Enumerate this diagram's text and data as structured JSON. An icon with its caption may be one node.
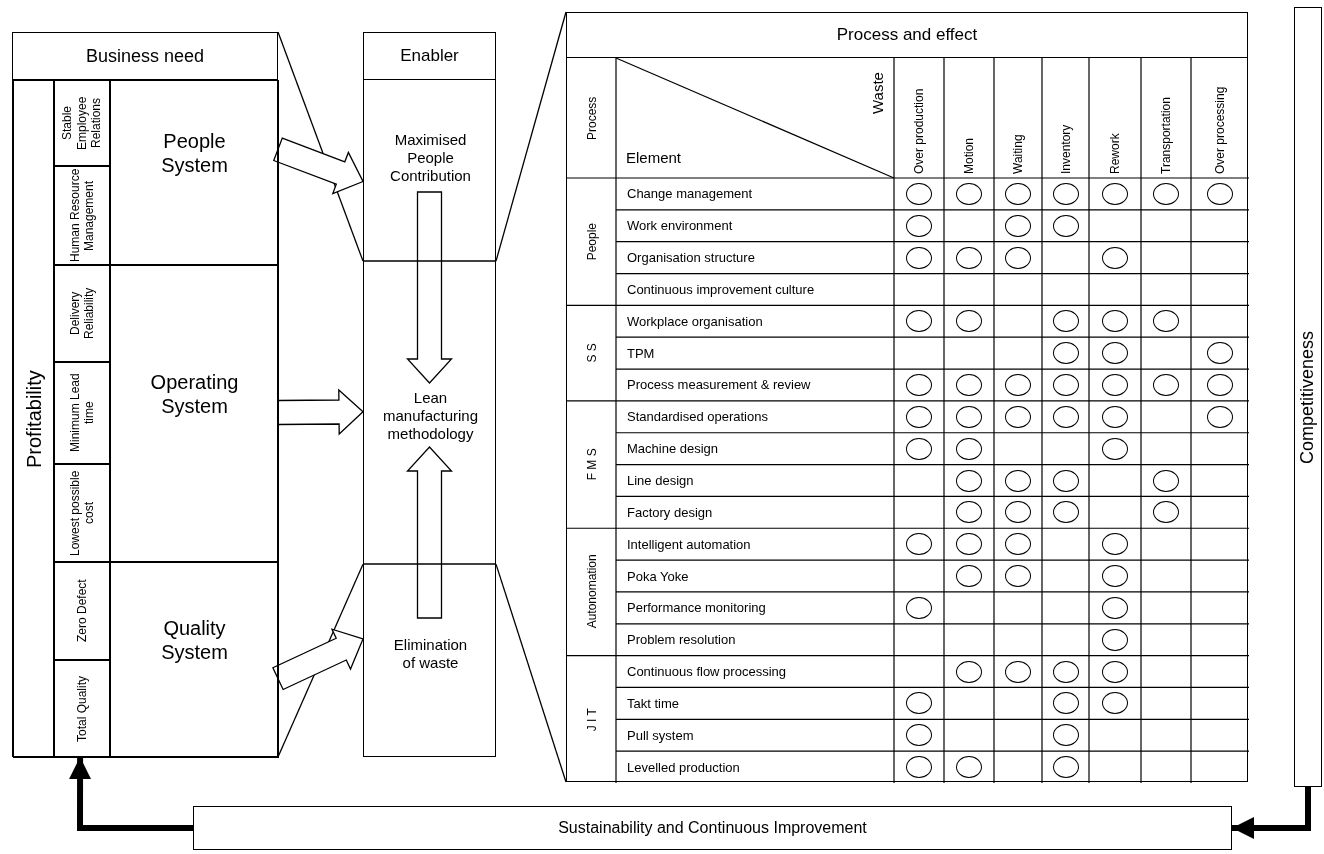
{
  "diagram": {
    "nodes": [
      {
        "text": [
          "Business need"
        ]
      },
      {
        "text": [
          "Profitability"
        ],
        "in": 0
      },
      {
        "text": [
          "Stable Employee Relations"
        ],
        "in": 0
      },
      {
        "text": [
          "Human Resource Management"
        ],
        "in": 0
      },
      {
        "text": [
          "Delivery Reliability"
        ],
        "in": 0
      },
      {
        "text": [
          "Minimum Lead time"
        ],
        "in": 0
      },
      {
        "text": [
          "Lowest possible cost"
        ],
        "in": 0
      },
      {
        "text": [
          "Zero Defect"
        ],
        "in": 0
      },
      {
        "text": [
          "Total Quality"
        ],
        "in": 0
      },
      {
        "text": [
          "People System"
        ],
        "in": 0
      },
      {
        "text": [
          "Operating System"
        ],
        "in": 0
      },
      {
        "text": [
          "Quality System"
        ],
        "in": 0
      },
      {
        "text": [
          "Enabler"
        ]
      },
      {
        "text": [
          "Maximised People Contribution"
        ],
        "in": 12
      },
      {
        "text": [
          "Lean manufacturing methodology"
        ],
        "in": 12
      },
      {
        "text": [
          "Elimination of waste"
        ],
        "in": 12
      },
      {
        "text": [
          "Process and effect"
        ]
      },
      {
        "text": [],
        "shape": "circle",
        "in": 16
      },
      {
        "text": [],
        "shape": "circle",
        "in": 16
      },
      {
        "text": [],
        "shape": "circle",
        "in": 16
      },
      {
        "text": [],
        "shape": "circle",
        "in": 16
      },
      {
        "text": [],
        "shape": "circle",
        "in": 16
      },
      {
        "text": [],
        "shape": "circle",
        "in": 16
      },
      {
        "text": [],
        "shape": "circle",
        "in": 16
      },
      {
        "text": [],
        "shape": "circle",
        "in": 16
      },
      {
        "text": [],
        "shape": "circle",
        "in": 16
      },
      {
        "text": [],
        "shape": "circle",
        "in": 16
      },
      {
        "text": [],
        "shape": "circle",
        "in": 16
      },
      {
        "text": [],
        "shape": "circle",
        "in": 16
      },
      {
        "text": [],
        "shape": "circle",
        "in": 16
      },
      {
        "text": [],
        "shape": "circle",
        "in": 16
      },
      {
        "text": [],
        "shape": "circle",
        "in": 16
      },
      {
        "text": [],
        "shape": "circle",
        "in": 16
      },
      {
        "text": [],
        "shape": "circle",
        "in": 16
      },
      {
        "text": [],
        "shape": "circle",
        "in": 16
      },
      {
        "text": [],
        "shape": "circle",
        "in": 16
      },
      {
        "text": [],
        "shape": "circle",
        "in": 16
      },
      {
        "text": [],
        "shape": "circle",
        "in": 16
      },
      {
        "text": [],
        "shape": "circle",
        "in": 16
      },
      {
        "text": [],
        "shape": "circle",
        "in": 16
      },
      {
        "text": [],
        "shape": "circle",
        "in": 16
      },
      {
        "text": [],
        "shape": "circle",
        "in": 16
      },
      {
        "text": [],
        "shape": "circle",
        "in": 16
      },
      {
        "text": [],
        "shape": "circle",
        "in": 16
      },
      {
        "text": [],
        "shape": "circle",
        "in": 16
      },
      {
        "text": [],
        "shape": "circle",
        "in": 16
      },
      {
        "text": [],
        "shape": "circle",
        "in": 16
      },
      {
        "text": [],
        "shape": "circle",
        "in": 16
      },
      {
        "text": [],
        "shape": "circle",
        "in": 16
      },
      {
        "text": [],
        "shape": "circle",
        "in": 16
      },
      {
        "text": [],
        "shape": "circle",
        "in": 16
      },
      {
        "text": [],
        "shape": "circle",
        "in": 16
      },
      {
        "text": [],
        "shape": "circle",
        "in": 16
      },
      {
        "text": [],
        "shape": "circle",
        "in": 16
      },
      {
        "text": [],
        "shape": "circle",
        "in": 16
      },
      {
        "text": [],
        "shape": "circle",
        "in": 16
      },
      {
        "text": [],
        "shape": "circle",
        "in": 16
      },
      {
        "text": [],
        "shape": "circle",
        "in": 16
      },
      {
        "text": [],
        "shape": "circle",
        "in": 16
      },
      {
        "text": [],
        "shape": "circle",
        "in": 16
      },
      {
        "text": [],
        "shape": "circle",
        "in": 16
      },
      {
        "text": [],
        "shape": "circle",
        "in": 16
      },
      {
        "text": [],
        "shape": "circle",
        "in": 16
      },
      {
        "text": [],
        "shape": "circle",
        "in": 16
      },
      {
        "text": [],
        "shape": "circle",
        "in": 16
      },
      {
        "text": [],
        "shape": "circle",
        "in": 16
      },
      {
        "text": [],
        "shape": "circle",
        "in": 16
      },
      {
        "text": [],
        "shape": "circle",
        "in": 16
      },
      {
        "text": [],
        "shape": "circle",
        "in": 16
      },
      {
        "text": [],
        "shape": "circle",
        "in": 16
      },
      {
        "text": [],
        "shape": "circle",
        "in": 16
      },
      {
        "text": [],
        "shape": "circle",
        "in": 16
      },
      {
        "text": [],
        "shape": "circle",
        "in": 16
      },
      {
        "text": [],
        "shape": "circle",
        "in": 16
      },
      {
        "text": [],
        "shape": "circle",
        "in": 16
      },
      {
        "text": [],
        "shape": "circle",
        "in": 16
      },
      {
        "text": [],
        "shape": "circle",
        "in": 16
      },
      {
        "text": [],
        "shape": "circle",
        "in": 16
      },
      {
        "text": [],
        "shape": "circle",
        "in": 16
      },
      {
        "text": [],
        "shape": "circle",
        "in": 16
      },
      {
        "text": [],
        "shape": "circle",
        "in": 16
      },
      {
        "text": [],
        "shape": "circle",
        "in": 16
      },
      {
        "text": [],
        "shape": "circle",
        "in": 16
      },
      {
        "text": [],
        "shape": "circle",
        "in": 16
      },
      {
        "text": [],
        "shape": "circle",
        "in": 16
      },
      {
        "text": [
          "Competitiveness"
        ]
      },
      {
        "text": [
          "Sustainability and Continuous Improvement"
        ]
      }
    ],
    "edges": [
      {
        "from": 9,
        "to": 13,
        "arrow": "to"
      },
      {
        "from": 10,
        "to": 14,
        "arrow": "to"
      },
      {
        "from": 11,
        "to": 15,
        "arrow": "to"
      },
      {
        "from": 13,
        "to": 14,
        "arrow": "to"
      },
      {
        "from": 15,
        "to": 14,
        "arrow": "to"
      },
      {
        "from": 0,
        "to": 12,
        "arrow": "none"
      },
      {
        "from": 0,
        "to": 12,
        "arrow": "none"
      },
      {
        "from": 12,
        "to": 16,
        "arrow": "none"
      },
      {
        "from": 12,
        "to": 16,
        "arrow": "none"
      },
      {
        "from": 85,
        "to": 86,
        "arrow": "to",
        "style": "thick"
      },
      {
        "from": 86,
        "to": 0,
        "arrow": "to",
        "style": "thick"
      }
    ],
    "labels": [
      "Process",
      "Waste",
      "Element",
      "Over production",
      "Motion",
      "Waiting",
      "Inventory",
      "Rework",
      "Transportation",
      "Over processing",
      "People",
      "Change management",
      "Work environment",
      "Organisation structure",
      "Continuous improvement culture",
      "S S",
      "Workplace organisation",
      "TPM",
      "Process measurement & review",
      "F M S",
      "Standardised operations",
      "Machine design",
      "Line design",
      "Factory design",
      "Autonomation",
      "Intelligent automation",
      "Poka Yoke",
      "Performance monitoring",
      "Problem resolution",
      "J I T",
      "Continuous flow processing",
      "Takt time",
      "Pull system",
      "Levelled production"
    ]
  }
}
